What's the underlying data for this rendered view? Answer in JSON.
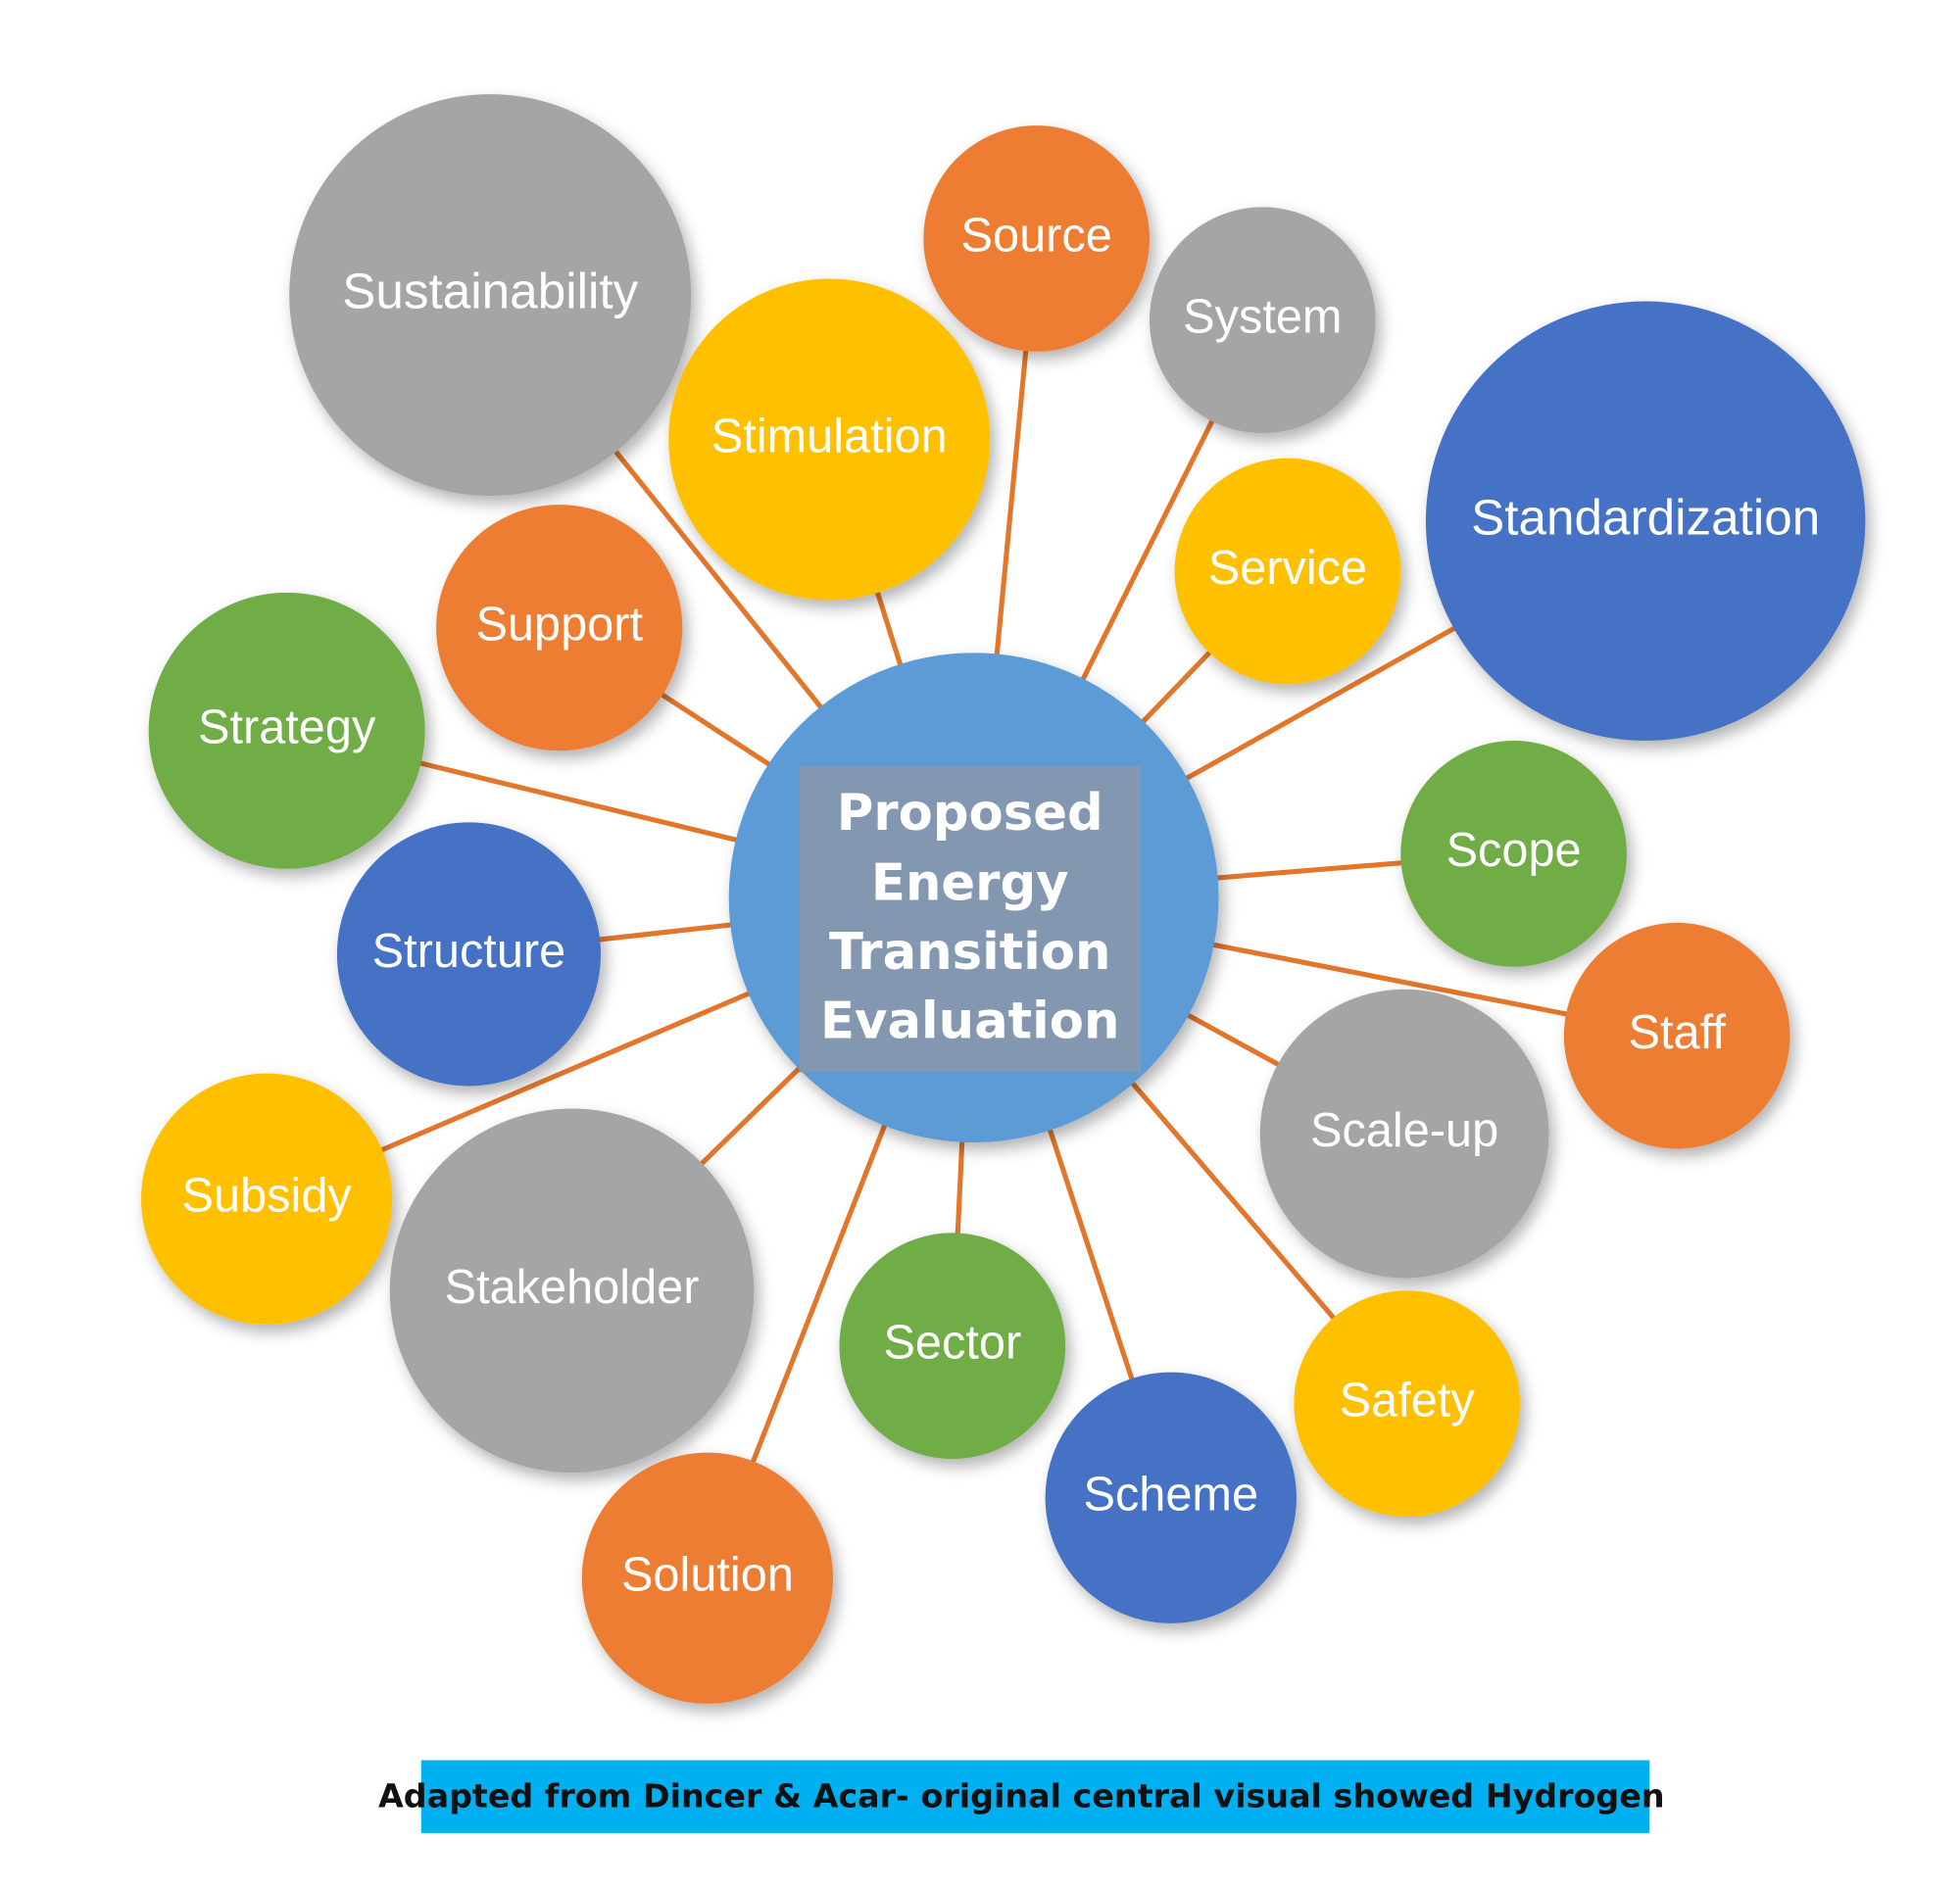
{
  "center": {
    "lines": [
      "Proposed",
      "Energy",
      "Transition",
      "Evaluation"
    ],
    "color": "#5b9bd5",
    "box_color": "#8497b0"
  },
  "connector_color": "#e2762b",
  "colors": {
    "gray": "#a5a5a5",
    "orange": "#ed7d31",
    "yellow": "#ffc000",
    "green": "#70ad47",
    "blue": "#4472c4"
  },
  "nodes": [
    {
      "label": "Sustainability",
      "color": "gray"
    },
    {
      "label": "Source",
      "color": "orange"
    },
    {
      "label": "System",
      "color": "gray"
    },
    {
      "label": "Stimulation",
      "color": "yellow"
    },
    {
      "label": "Standardization",
      "color": "blue"
    },
    {
      "label": "Service",
      "color": "yellow"
    },
    {
      "label": "Support",
      "color": "orange"
    },
    {
      "label": "Strategy",
      "color": "green"
    },
    {
      "label": "Scope",
      "color": "green"
    },
    {
      "label": "Structure",
      "color": "blue"
    },
    {
      "label": "Staff",
      "color": "orange"
    },
    {
      "label": "Scale-up",
      "color": "gray"
    },
    {
      "label": "Subsidy",
      "color": "yellow"
    },
    {
      "label": "Stakeholder",
      "color": "gray"
    },
    {
      "label": "Sector",
      "color": "green"
    },
    {
      "label": "Safety",
      "color": "yellow"
    },
    {
      "label": "Scheme",
      "color": "blue"
    },
    {
      "label": "Solution",
      "color": "orange"
    }
  ],
  "caption": {
    "text": "Adapted from Dincer & Acar- original central visual showed Hydrogen",
    "color": "#00b0f0"
  }
}
